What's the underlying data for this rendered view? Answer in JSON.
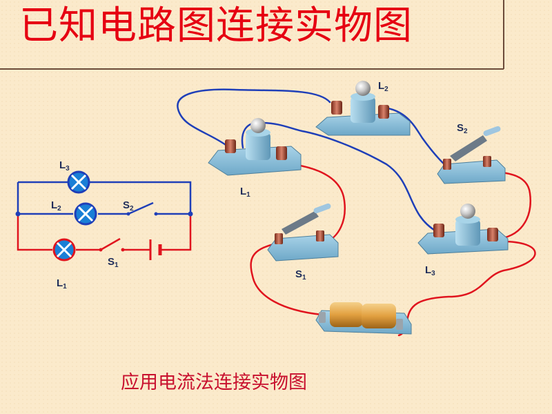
{
  "title": "已知电路图连接实物图",
  "subtitle": "应用电流法连接实物图",
  "colors": {
    "title": "#e60012",
    "wire_blue": "#1f3fb8",
    "wire_red": "#e0141e",
    "lamp_fill": "#1a7fd6",
    "board": "#8ec2dc"
  },
  "schematic": {
    "L3": {
      "main": "L",
      "sub": "3"
    },
    "L2": {
      "main": "L",
      "sub": "2"
    },
    "S2": {
      "main": "S",
      "sub": "2"
    },
    "S1": {
      "main": "S",
      "sub": "1"
    },
    "L1": {
      "main": "L",
      "sub": "1"
    }
  },
  "physical": {
    "L2": {
      "main": "L",
      "sub": "2"
    },
    "S2": {
      "main": "S",
      "sub": "2"
    },
    "L1": {
      "main": "L",
      "sub": "1"
    },
    "S1": {
      "main": "S",
      "sub": "1"
    },
    "L3": {
      "main": "L",
      "sub": "3"
    }
  }
}
